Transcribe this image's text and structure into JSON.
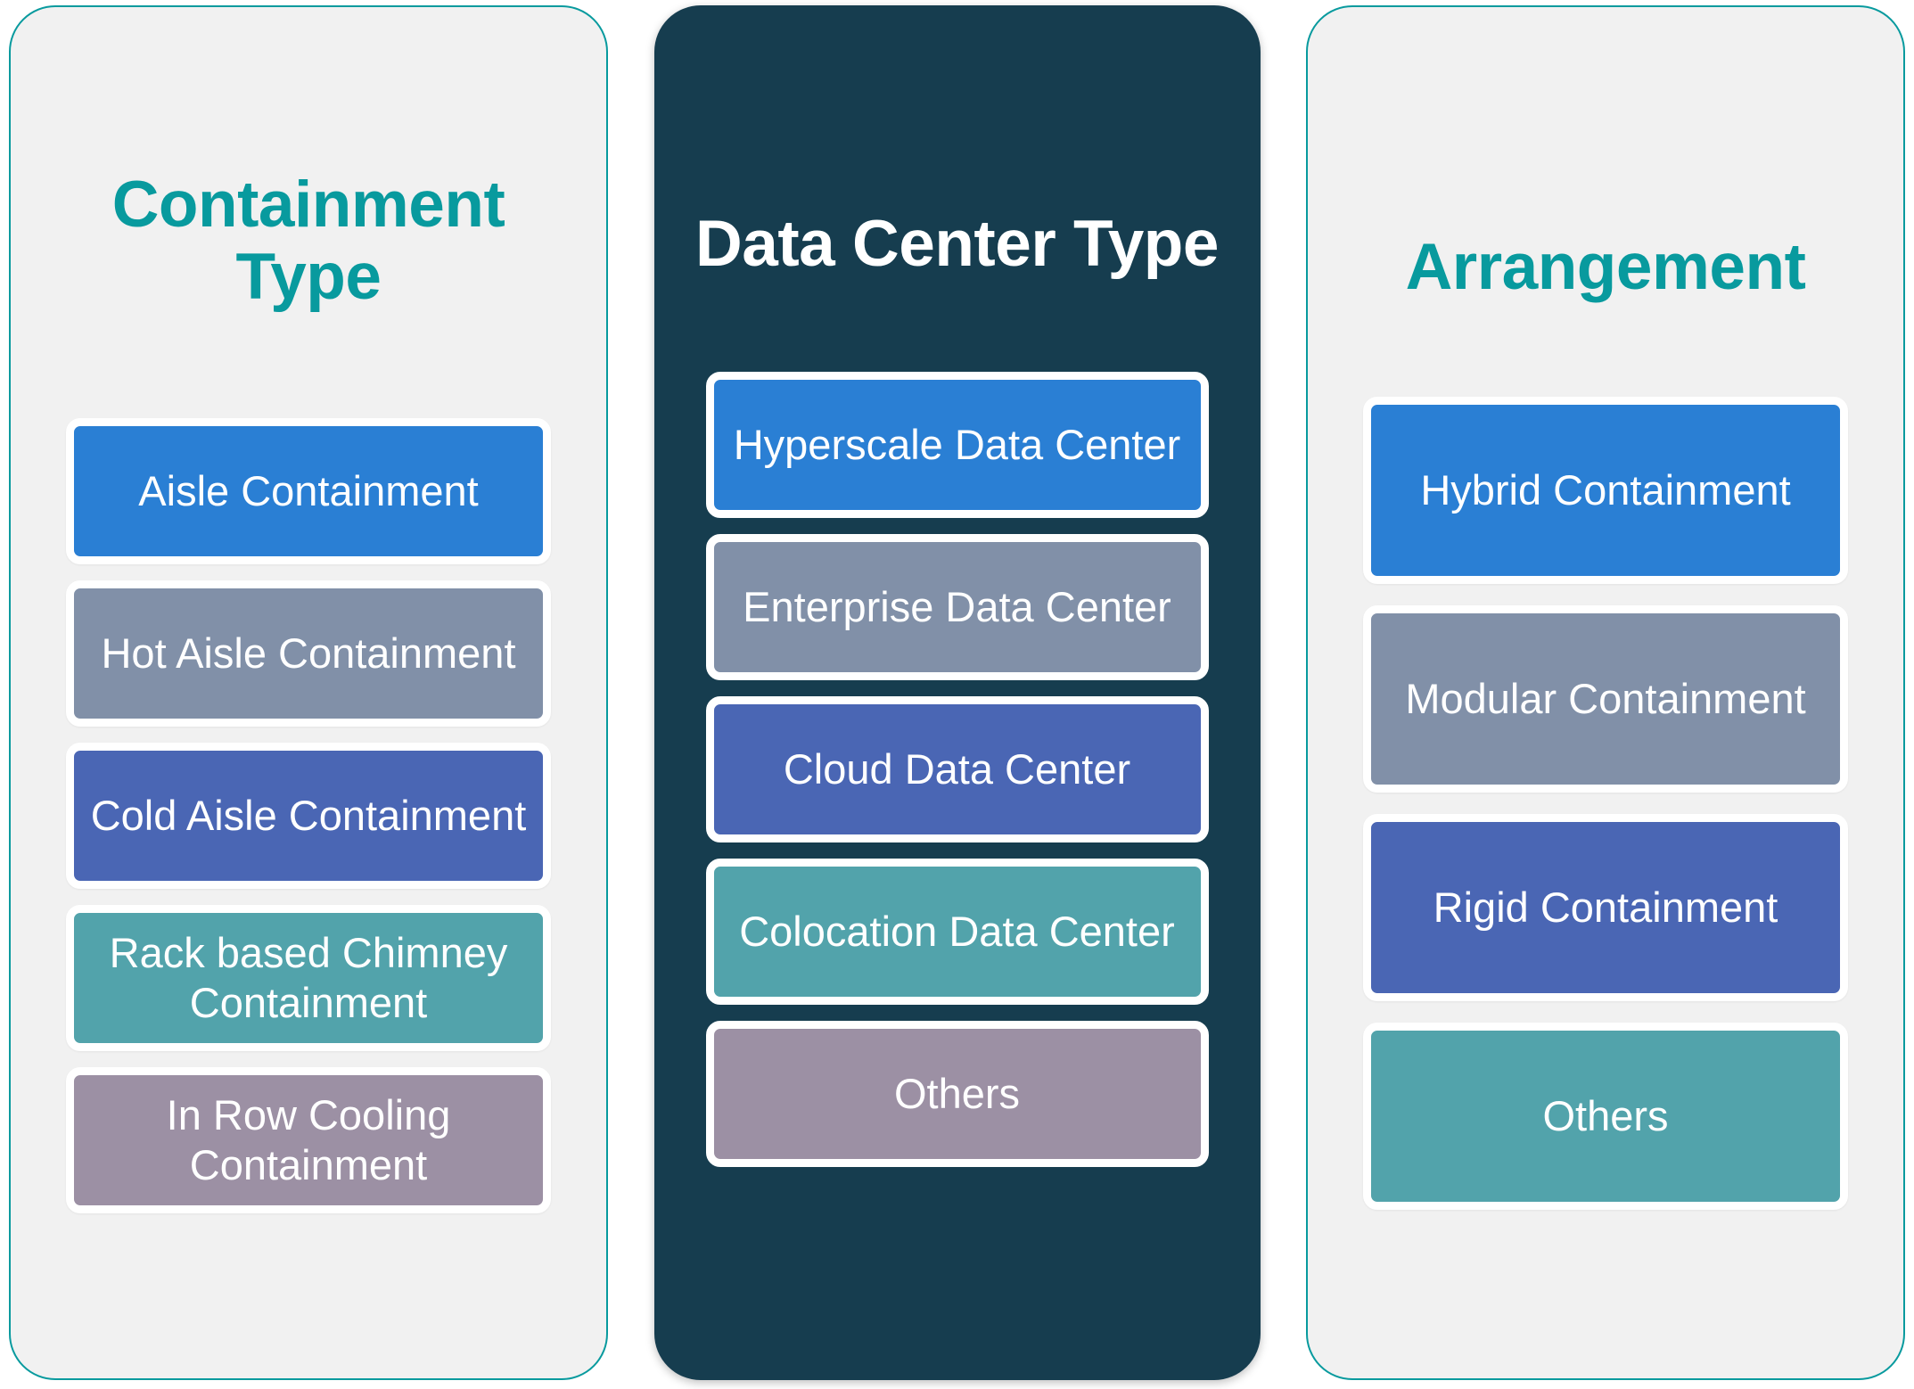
{
  "diagram": {
    "type": "three-column-category-layout",
    "background": "#ffffff",
    "accent_teal": "#089a9e",
    "dark_panel": "#163d4f",
    "palette": {
      "blue": "#2a7fd4",
      "slate": "#8190a8",
      "indigo": "#4a66b4",
      "teal": "#52a3ab",
      "mauve": "#9c90a4"
    },
    "columns": [
      {
        "id": "containment-type",
        "title": "Containment Type",
        "style": "light",
        "items": [
          {
            "label": "Aisle Containment",
            "color": "#2a7fd4"
          },
          {
            "label": "Hot Aisle Containment",
            "color": "#8190a8"
          },
          {
            "label": "Cold Aisle Containment",
            "color": "#4a66b4"
          },
          {
            "label": "Rack based Chimney Containment",
            "color": "#52a3ab"
          },
          {
            "label": "In Row Cooling Containment",
            "color": "#9c90a4"
          }
        ]
      },
      {
        "id": "data-center-type",
        "title": "Data Center Type",
        "style": "dark",
        "items": [
          {
            "label": "Hyperscale Data Center",
            "color": "#2a7fd4"
          },
          {
            "label": "Enterprise Data Center",
            "color": "#8190a8"
          },
          {
            "label": "Cloud Data Center",
            "color": "#4a66b4"
          },
          {
            "label": "Colocation Data Center",
            "color": "#52a3ab"
          },
          {
            "label": "Others",
            "color": "#9c90a4"
          }
        ]
      },
      {
        "id": "arrangement",
        "title": "Arrangement",
        "style": "light",
        "items": [
          {
            "label": "Hybrid Containment",
            "color": "#2a7fd4"
          },
          {
            "label": "Modular Containment",
            "color": "#8190a8"
          },
          {
            "label": "Rigid Containment",
            "color": "#4a66b4"
          },
          {
            "label": "Others",
            "color": "#52a3ab"
          }
        ]
      }
    ]
  }
}
